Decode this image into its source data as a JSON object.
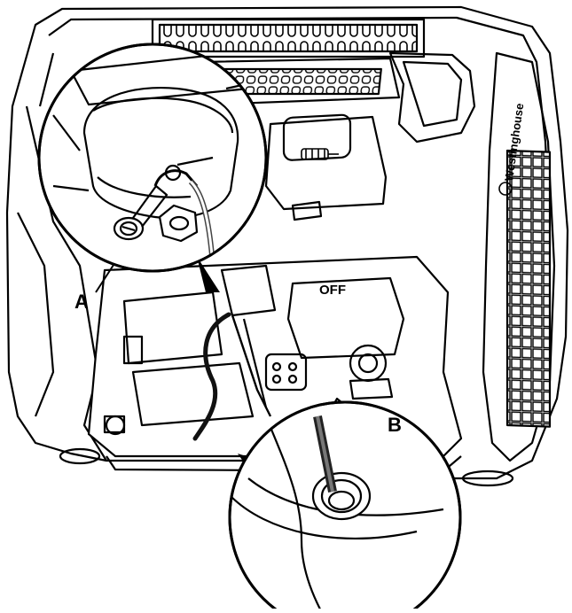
{
  "diagram": {
    "callouts": [
      {
        "id": "A",
        "label": "A"
      },
      {
        "id": "B",
        "label": "B"
      }
    ],
    "brand_text": "Westinghouse",
    "engine_cover_text": "OFF",
    "colors": {
      "line": "#000000",
      "background": "#ffffff",
      "hose": "#111111"
    }
  }
}
